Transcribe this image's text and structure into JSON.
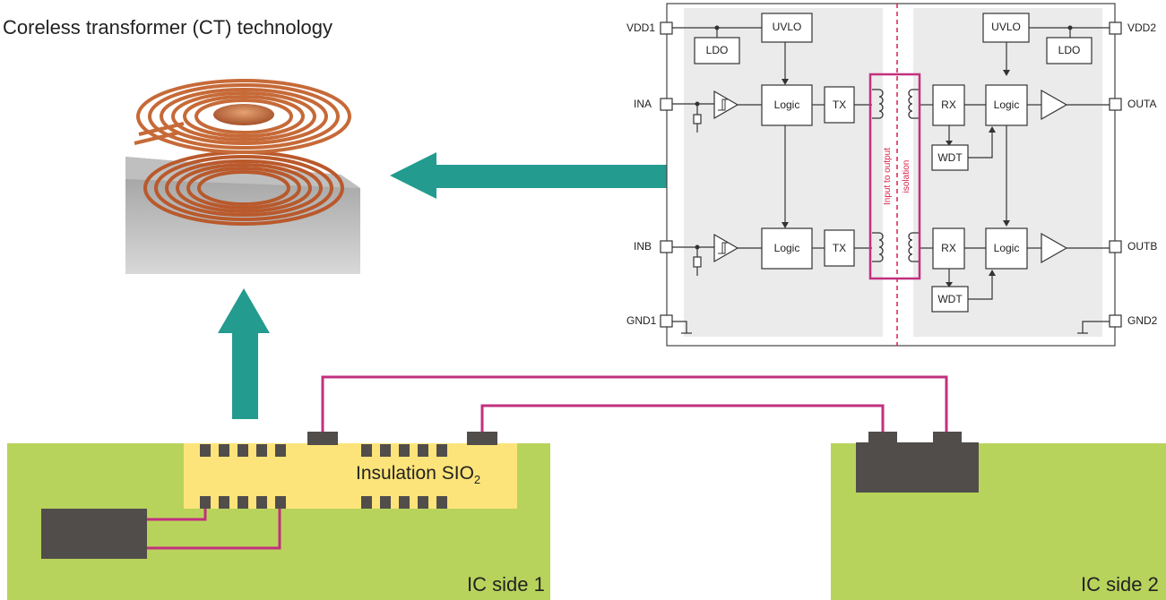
{
  "title": "Coreless transformer (CT) technology",
  "chip_labels": {
    "insulation_prefix": "Insulation SIO",
    "insulation_subscript": "2",
    "side1": "IC side 1",
    "side2": "IC side 2"
  },
  "schematic": {
    "pins_left": [
      "VDD1",
      "INA",
      "INB",
      "GND1"
    ],
    "pins_right": [
      "VDD2",
      "OUTA",
      "OUTB",
      "GND2"
    ],
    "blocks": {
      "uvlo": "UVLO",
      "ldo": "LDO",
      "logic": "Logic",
      "tx": "TX",
      "rx": "RX",
      "wdt": "WDT"
    },
    "isolation_label_line1": "Input to output",
    "isolation_label_line2": "isolation"
  },
  "colors": {
    "teal_arrow": "#239b8f",
    "magenta": "#c2307f",
    "green_substrate": "#b8d35c",
    "yellow_insulation": "#fde47a",
    "dark_pad": "#514d4b",
    "panel_grey": "#ebebeb",
    "copper": "#c66a38"
  }
}
